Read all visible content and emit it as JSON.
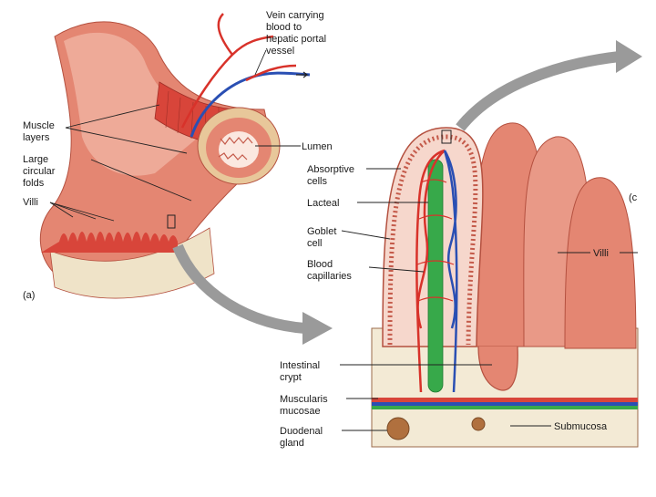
{
  "colors": {
    "tissue_light": "#f2b5a6",
    "tissue_mid": "#e48672",
    "tissue_dark": "#c45a4a",
    "muscle": "#d8453a",
    "artery": "#d8322a",
    "vein": "#2a4fb3",
    "lacteal": "#37a94a",
    "submucosa": "#efe3c8",
    "arrow": "#9a9a9a",
    "label_text": "#1a1a1a"
  },
  "labels": {
    "vein": [
      "Vein carrying",
      "blood to",
      "hepatic portal",
      "vessel"
    ],
    "muscle_layers": [
      "Muscle",
      "layers"
    ],
    "lumen": "Lumen",
    "large_circular_folds": [
      "Large",
      "circular",
      "folds"
    ],
    "villi_left": "Villi",
    "panel_a": "(a)",
    "absorptive_cells": [
      "Absorptive",
      "cells"
    ],
    "lacteal": "Lacteal",
    "goblet_cell": [
      "Goblet",
      "cell"
    ],
    "blood_capillaries": [
      "Blood",
      "capillaries"
    ],
    "villi_right": "Villi",
    "panel_b_partial": "(c",
    "intestinal_crypt": [
      "Intestinal",
      "crypt"
    ],
    "muscularis_mucosae": [
      "Muscularis",
      "mucosae"
    ],
    "duodenal_gland": [
      "Duodenal",
      "gland"
    ],
    "submucosa": "Submucosa"
  }
}
